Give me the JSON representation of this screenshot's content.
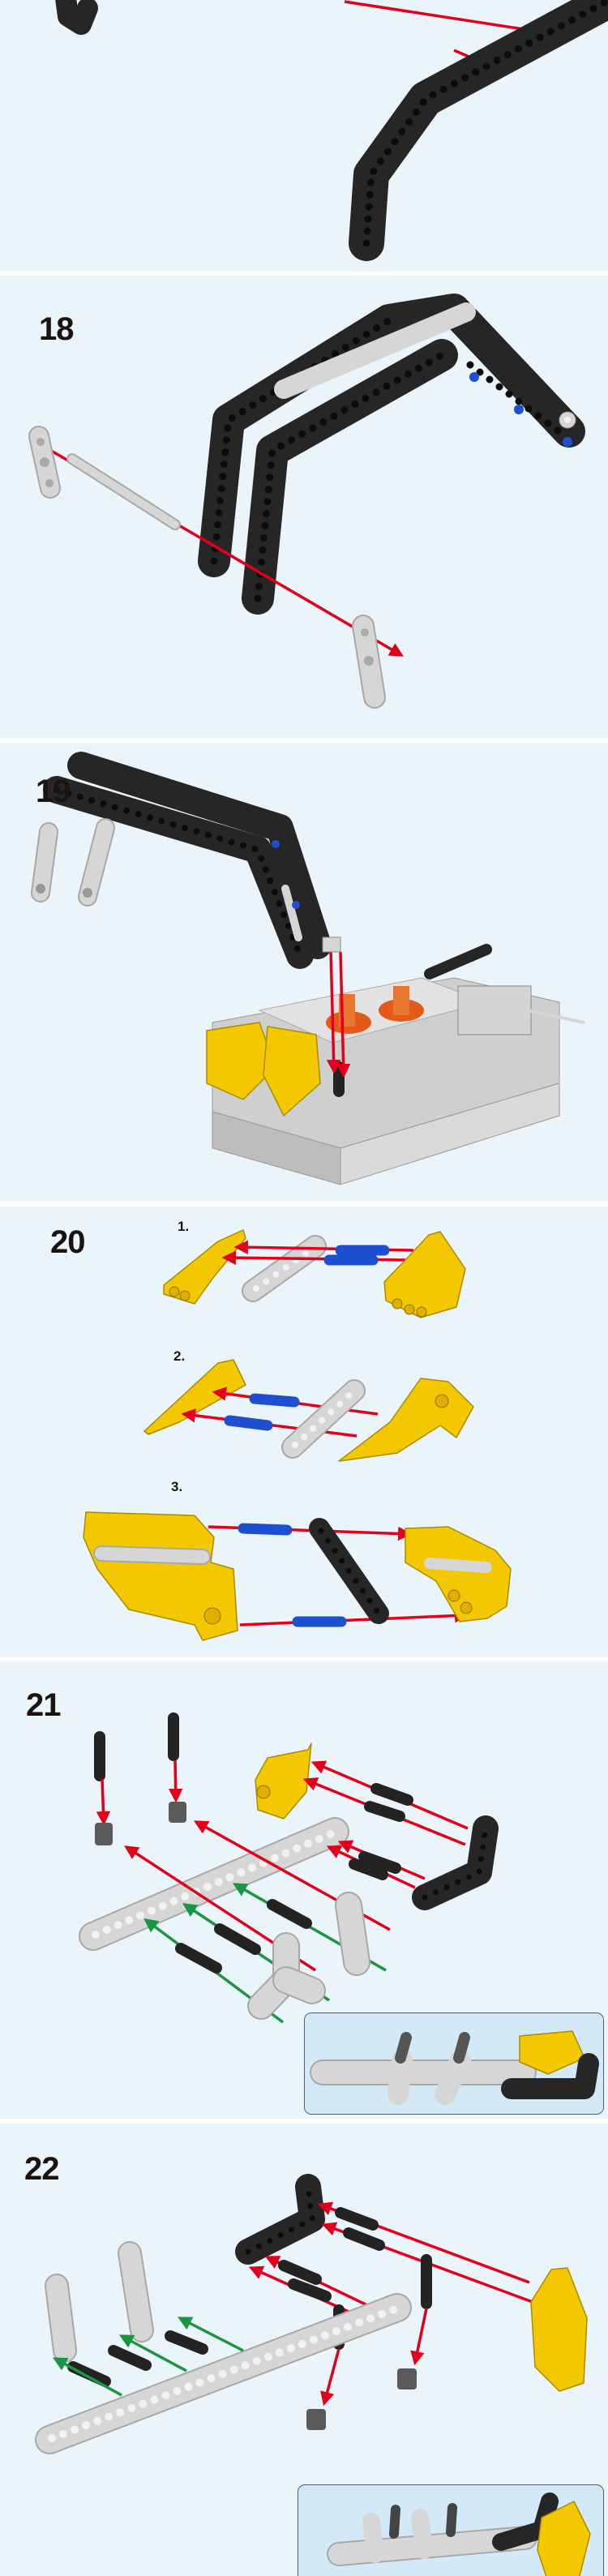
{
  "steps": {
    "s18": {
      "number": "18"
    },
    "s19": {
      "number": "19"
    },
    "s20": {
      "number": "20",
      "substeps": [
        "1.",
        "2.",
        "3."
      ]
    },
    "s21": {
      "number": "21"
    },
    "s22": {
      "number": "22"
    }
  },
  "colors": {
    "panel_bg": "#e9f4fb",
    "separator": "#ffffff",
    "arrow_red": "#e3001b",
    "arrow_green": "#1a9640",
    "part_black": "#262626",
    "part_gray": "#d6d6d6",
    "part_blue": "#1d4fd0",
    "part_yellow": "#f3c800",
    "inset_bg": "#d4e9f8"
  }
}
